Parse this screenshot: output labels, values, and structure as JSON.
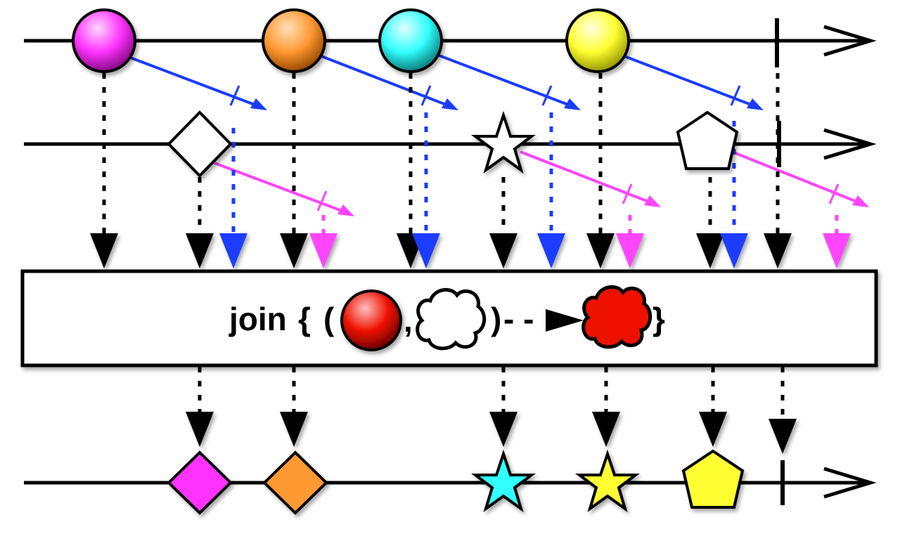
{
  "diagram": {
    "operator": {
      "keyword": "join",
      "open_brace": "{",
      "open_paren": "(",
      "comma": ",",
      "close_paren": ")",
      "dash_arrow": "- -",
      "close_brace": "}",
      "left_item": "red-ball-icon",
      "right_item": "cloud-outline-icon",
      "result_item": "red-cloud-icon"
    },
    "colors": {
      "magenta": "#ff33ff",
      "orange": "#ff9933",
      "cyan": "#33ffff",
      "yellow": "#ffff33",
      "blue_window": "#1a3cff",
      "pink_window": "#ff44ff",
      "red_result": "#ee1100",
      "stroke": "#000000",
      "background": "#ffffff"
    },
    "left_stream": {
      "marbles": [
        {
          "name": "magenta-ball",
          "color": "magenta"
        },
        {
          "name": "orange-ball",
          "color": "orange"
        },
        {
          "name": "cyan-ball",
          "color": "cyan"
        },
        {
          "name": "yellow-ball",
          "color": "yellow"
        }
      ],
      "window_color": "blue_window",
      "completes": true
    },
    "right_stream": {
      "marbles": [
        {
          "name": "white-diamond",
          "shape": "diamond",
          "color": "white"
        },
        {
          "name": "white-star",
          "shape": "star",
          "color": "white"
        },
        {
          "name": "white-pentagon",
          "shape": "pentagon",
          "color": "white"
        }
      ],
      "window_color": "pink_window",
      "completes": true
    },
    "output_stream": {
      "marbles": [
        {
          "name": "magenta-diamond",
          "shape": "diamond",
          "color": "magenta"
        },
        {
          "name": "orange-diamond",
          "shape": "diamond",
          "color": "orange"
        },
        {
          "name": "cyan-star",
          "shape": "star",
          "color": "cyan"
        },
        {
          "name": "yellow-star",
          "shape": "star",
          "color": "yellow"
        },
        {
          "name": "yellow-pentagon",
          "shape": "pentagon",
          "color": "yellow"
        }
      ],
      "completes": true
    }
  }
}
